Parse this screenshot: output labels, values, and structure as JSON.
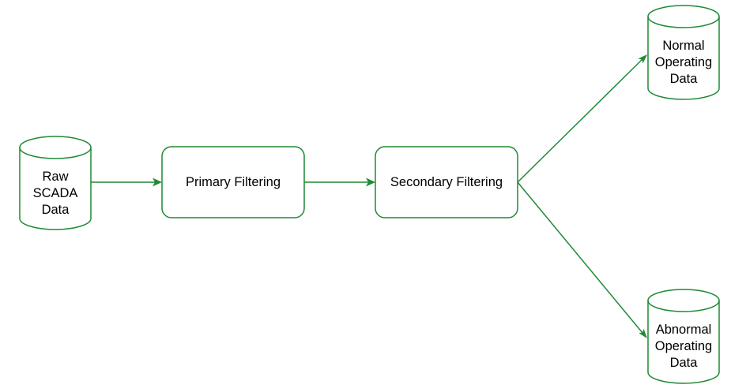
{
  "colors": {
    "stroke": "#1e8a34",
    "fill": "#ffffff",
    "text": "#000000"
  },
  "nodes": {
    "raw_scada": {
      "label": "Raw\nSCADA\nData",
      "shape": "cylinder"
    },
    "primary_filtering": {
      "label": "Primary Filtering",
      "shape": "rounded-rectangle"
    },
    "secondary_filtering": {
      "label": "Secondary Filtering",
      "shape": "rounded-rectangle"
    },
    "normal_data": {
      "label": "Normal\nOperating\nData",
      "shape": "cylinder"
    },
    "abnormal_data": {
      "label": "Abnormal\nOperating\nData",
      "shape": "cylinder"
    }
  },
  "edges": [
    {
      "from": "Raw SCADA Data",
      "to": "Primary Filtering"
    },
    {
      "from": "Primary Filtering",
      "to": "Secondary Filtering"
    },
    {
      "from": "Secondary Filtering",
      "to": "Normal Operating Data"
    },
    {
      "from": "Secondary Filtering",
      "to": "Abnormal Operating Data"
    }
  ]
}
